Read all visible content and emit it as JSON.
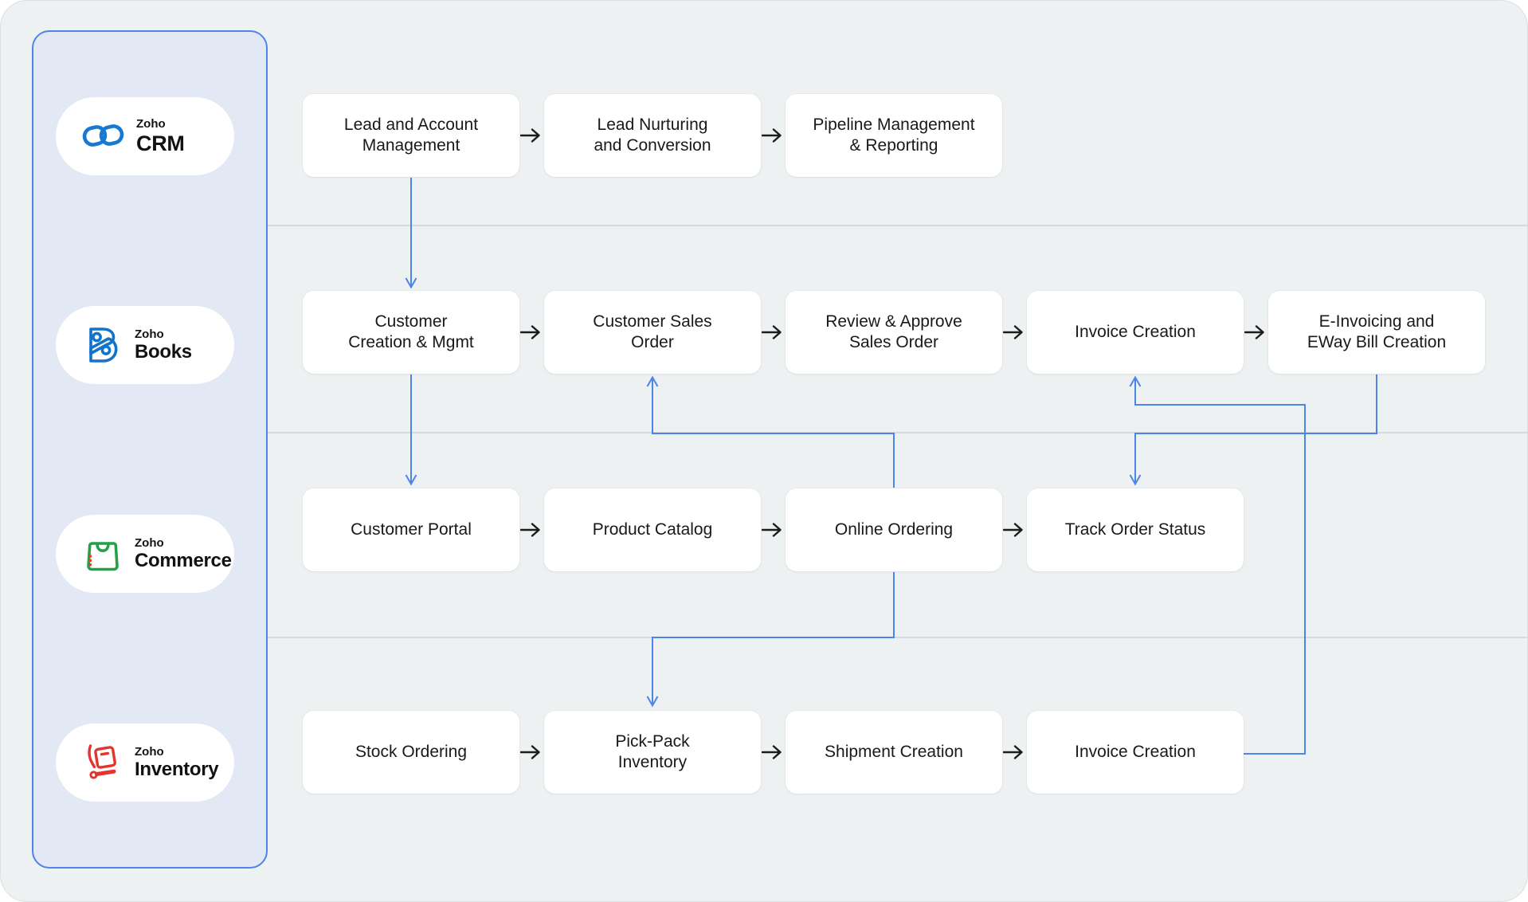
{
  "colors": {
    "canvas_bg": "#eef1f2",
    "sidebar_fill": "#e3e9f4",
    "sidebar_border": "#4d84e8",
    "connector_blue": "#4d84e8",
    "lane_divider": "#d6dade",
    "box_bg": "#ffffff",
    "text": "#17191c",
    "arrow_black": "#1c1c1c",
    "crm_blue": "#1779d2",
    "books_blue": "#1273ca",
    "commerce_green": "#24a148",
    "inventory_red": "#e5332d",
    "commerce_dot_red": "#e43f2f"
  },
  "sidebar": {
    "products": [
      {
        "brand": "Zoho",
        "name": "CRM"
      },
      {
        "brand": "Zoho",
        "name": "Books"
      },
      {
        "brand": "Zoho",
        "name": "Commerce"
      },
      {
        "brand": "Zoho",
        "name": "Inventory"
      }
    ]
  },
  "lanes": [
    {
      "product": "Zoho CRM",
      "boxes": [
        {
          "label": "Lead and Account\nManagement"
        },
        {
          "label": "Lead Nurturing\nand Conversion"
        },
        {
          "label": "Pipeline Management\n& Reporting"
        }
      ]
    },
    {
      "product": "Zoho Books",
      "boxes": [
        {
          "label": "Customer\nCreation & Mgmt"
        },
        {
          "label": "Customer Sales\nOrder"
        },
        {
          "label": "Review & Approve\nSales Order"
        },
        {
          "label": "Invoice Creation"
        },
        {
          "label": "E-Invoicing and\nEWay Bill Creation"
        }
      ]
    },
    {
      "product": "Zoho Commerce",
      "boxes": [
        {
          "label": "Customer Portal"
        },
        {
          "label": "Product Catalog"
        },
        {
          "label": "Online Ordering"
        },
        {
          "label": "Track Order Status"
        }
      ]
    },
    {
      "product": "Zoho Inventory",
      "boxes": [
        {
          "label": "Stock Ordering"
        },
        {
          "label": "Pick-Pack\nInventory"
        },
        {
          "label": "Shipment Creation"
        },
        {
          "label": "Invoice Creation"
        }
      ]
    }
  ],
  "connectors": [
    {
      "from": "Lead and Account Management",
      "to": "Customer Creation & Mgmt"
    },
    {
      "from": "Customer Creation & Mgmt",
      "to": "Customer Portal"
    },
    {
      "from": "Online Ordering",
      "to": "Customer Sales Order"
    },
    {
      "from": "E-Invoicing and EWay Bill Creation",
      "to": "Track Order Status"
    },
    {
      "from": "Online Ordering",
      "to": "Pick-Pack Inventory"
    },
    {
      "from": "Invoice Creation (Inventory)",
      "to": "Invoice Creation (Books)"
    }
  ]
}
